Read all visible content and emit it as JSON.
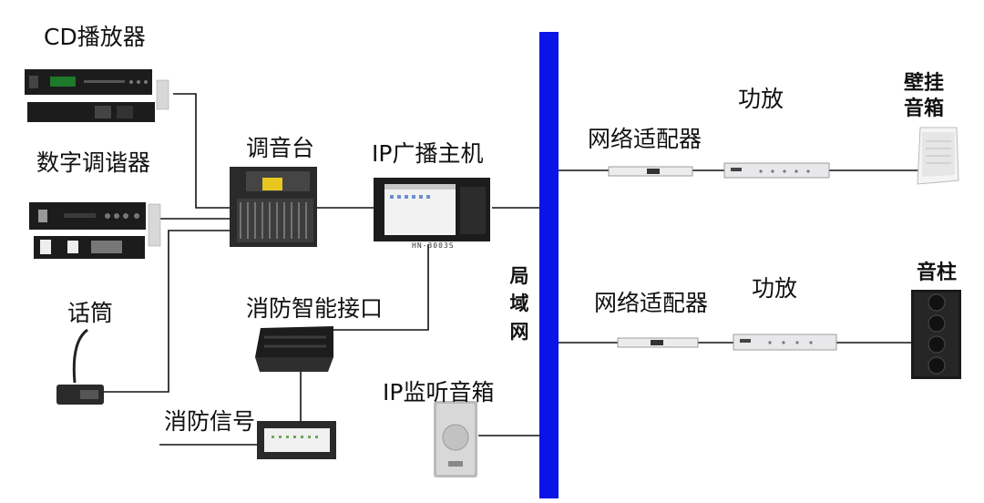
{
  "labels": {
    "cd_player": "CD播放器",
    "digital_tuner": "数字调谐器",
    "mixer": "调音台",
    "ip_host": "IP广播主机",
    "host_model": "HN-3003S",
    "microphone": "话筒",
    "fire_interface": "消防智能接口",
    "fire_signal": "消防信号",
    "ip_monitor_speaker": "IP监听音箱",
    "lan": "局域网",
    "adapter_top": "网络适配器",
    "amp_top": "功放",
    "wall_speaker": "壁挂音箱",
    "adapter_bottom": "网络适配器",
    "amp_bottom": "功放",
    "column_speaker": "音柱"
  },
  "colors": {
    "lan_bus": "#0a14e6",
    "line": "#111111",
    "device_dark": "#1c1c1c",
    "device_light": "#e8e8ea"
  }
}
